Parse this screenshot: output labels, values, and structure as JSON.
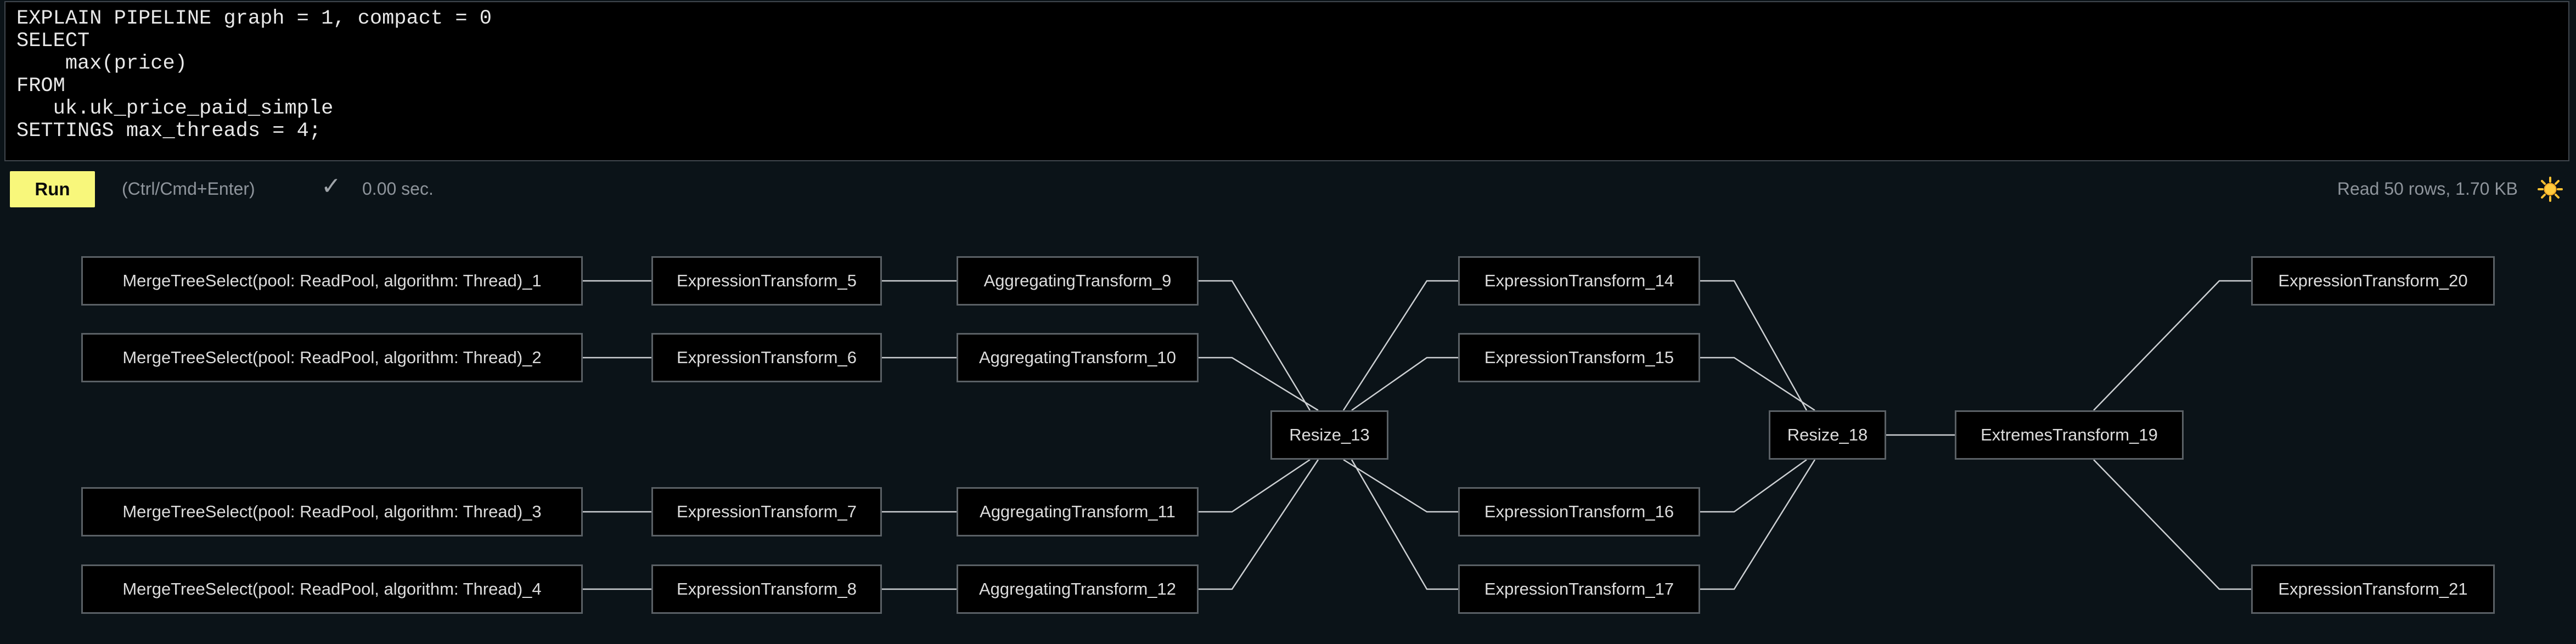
{
  "editor": {
    "query": "EXPLAIN PIPELINE graph = 1, compact = 0\nSELECT\n    max(price)\nFROM\n   uk.uk_price_paid_simple\nSETTINGS max_threads = 4;"
  },
  "toolbar": {
    "run_label": "Run",
    "shortcut_hint": "(Ctrl/Cmd+Enter)",
    "check_icon": "✓",
    "elapsed": "0.00 sec.",
    "stats": "Read 50 rows, 1.70 KB",
    "theme_toggle_icon": "sun-icon"
  },
  "colors": {
    "background": "#0b1318",
    "accent_yellow": "#f8f77b",
    "node_fill": "#000000",
    "node_border": "#5a6065",
    "edge": "#cdd0d3",
    "text_muted": "#8e949b",
    "sun_yellow": "#ffc233"
  },
  "graph": {
    "nodes": [
      {
        "id": "n1",
        "label": "MergeTreeSelect(pool: ReadPool, algorithm: Thread)_1"
      },
      {
        "id": "n2",
        "label": "MergeTreeSelect(pool: ReadPool, algorithm: Thread)_2"
      },
      {
        "id": "n3",
        "label": "MergeTreeSelect(pool: ReadPool, algorithm: Thread)_3"
      },
      {
        "id": "n4",
        "label": "MergeTreeSelect(pool: ReadPool, algorithm: Thread)_4"
      },
      {
        "id": "n5",
        "label": "ExpressionTransform_5"
      },
      {
        "id": "n6",
        "label": "ExpressionTransform_6"
      },
      {
        "id": "n7",
        "label": "ExpressionTransform_7"
      },
      {
        "id": "n8",
        "label": "ExpressionTransform_8"
      },
      {
        "id": "n9",
        "label": "AggregatingTransform_9"
      },
      {
        "id": "n10",
        "label": "AggregatingTransform_10"
      },
      {
        "id": "n11",
        "label": "AggregatingTransform_11"
      },
      {
        "id": "n12",
        "label": "AggregatingTransform_12"
      },
      {
        "id": "n13",
        "label": "Resize_13"
      },
      {
        "id": "n14",
        "label": "ExpressionTransform_14"
      },
      {
        "id": "n15",
        "label": "ExpressionTransform_15"
      },
      {
        "id": "n16",
        "label": "ExpressionTransform_16"
      },
      {
        "id": "n17",
        "label": "ExpressionTransform_17"
      },
      {
        "id": "n18",
        "label": "Resize_18"
      },
      {
        "id": "n19",
        "label": "ExtremesTransform_19"
      },
      {
        "id": "n20",
        "label": "ExpressionTransform_20"
      },
      {
        "id": "n21",
        "label": "ExpressionTransform_21"
      }
    ],
    "edges": [
      [
        "MergeTreeSelect(pool: ReadPool, algorithm: Thread)_1",
        "ExpressionTransform_5"
      ],
      [
        "MergeTreeSelect(pool: ReadPool, algorithm: Thread)_2",
        "ExpressionTransform_6"
      ],
      [
        "MergeTreeSelect(pool: ReadPool, algorithm: Thread)_3",
        "ExpressionTransform_7"
      ],
      [
        "MergeTreeSelect(pool: ReadPool, algorithm: Thread)_4",
        "ExpressionTransform_8"
      ],
      [
        "ExpressionTransform_5",
        "AggregatingTransform_9"
      ],
      [
        "ExpressionTransform_6",
        "AggregatingTransform_10"
      ],
      [
        "ExpressionTransform_7",
        "AggregatingTransform_11"
      ],
      [
        "ExpressionTransform_8",
        "AggregatingTransform_12"
      ],
      [
        "AggregatingTransform_9",
        "Resize_13"
      ],
      [
        "AggregatingTransform_10",
        "Resize_13"
      ],
      [
        "AggregatingTransform_11",
        "Resize_13"
      ],
      [
        "AggregatingTransform_12",
        "Resize_13"
      ],
      [
        "Resize_13",
        "ExpressionTransform_14"
      ],
      [
        "Resize_13",
        "ExpressionTransform_15"
      ],
      [
        "Resize_13",
        "ExpressionTransform_16"
      ],
      [
        "Resize_13",
        "ExpressionTransform_17"
      ],
      [
        "ExpressionTransform_14",
        "Resize_18"
      ],
      [
        "ExpressionTransform_15",
        "Resize_18"
      ],
      [
        "ExpressionTransform_16",
        "Resize_18"
      ],
      [
        "ExpressionTransform_17",
        "Resize_18"
      ],
      [
        "Resize_18",
        "ExtremesTransform_19"
      ],
      [
        "ExtremesTransform_19",
        "ExpressionTransform_20"
      ],
      [
        "ExtremesTransform_19",
        "ExpressionTransform_21"
      ]
    ]
  }
}
